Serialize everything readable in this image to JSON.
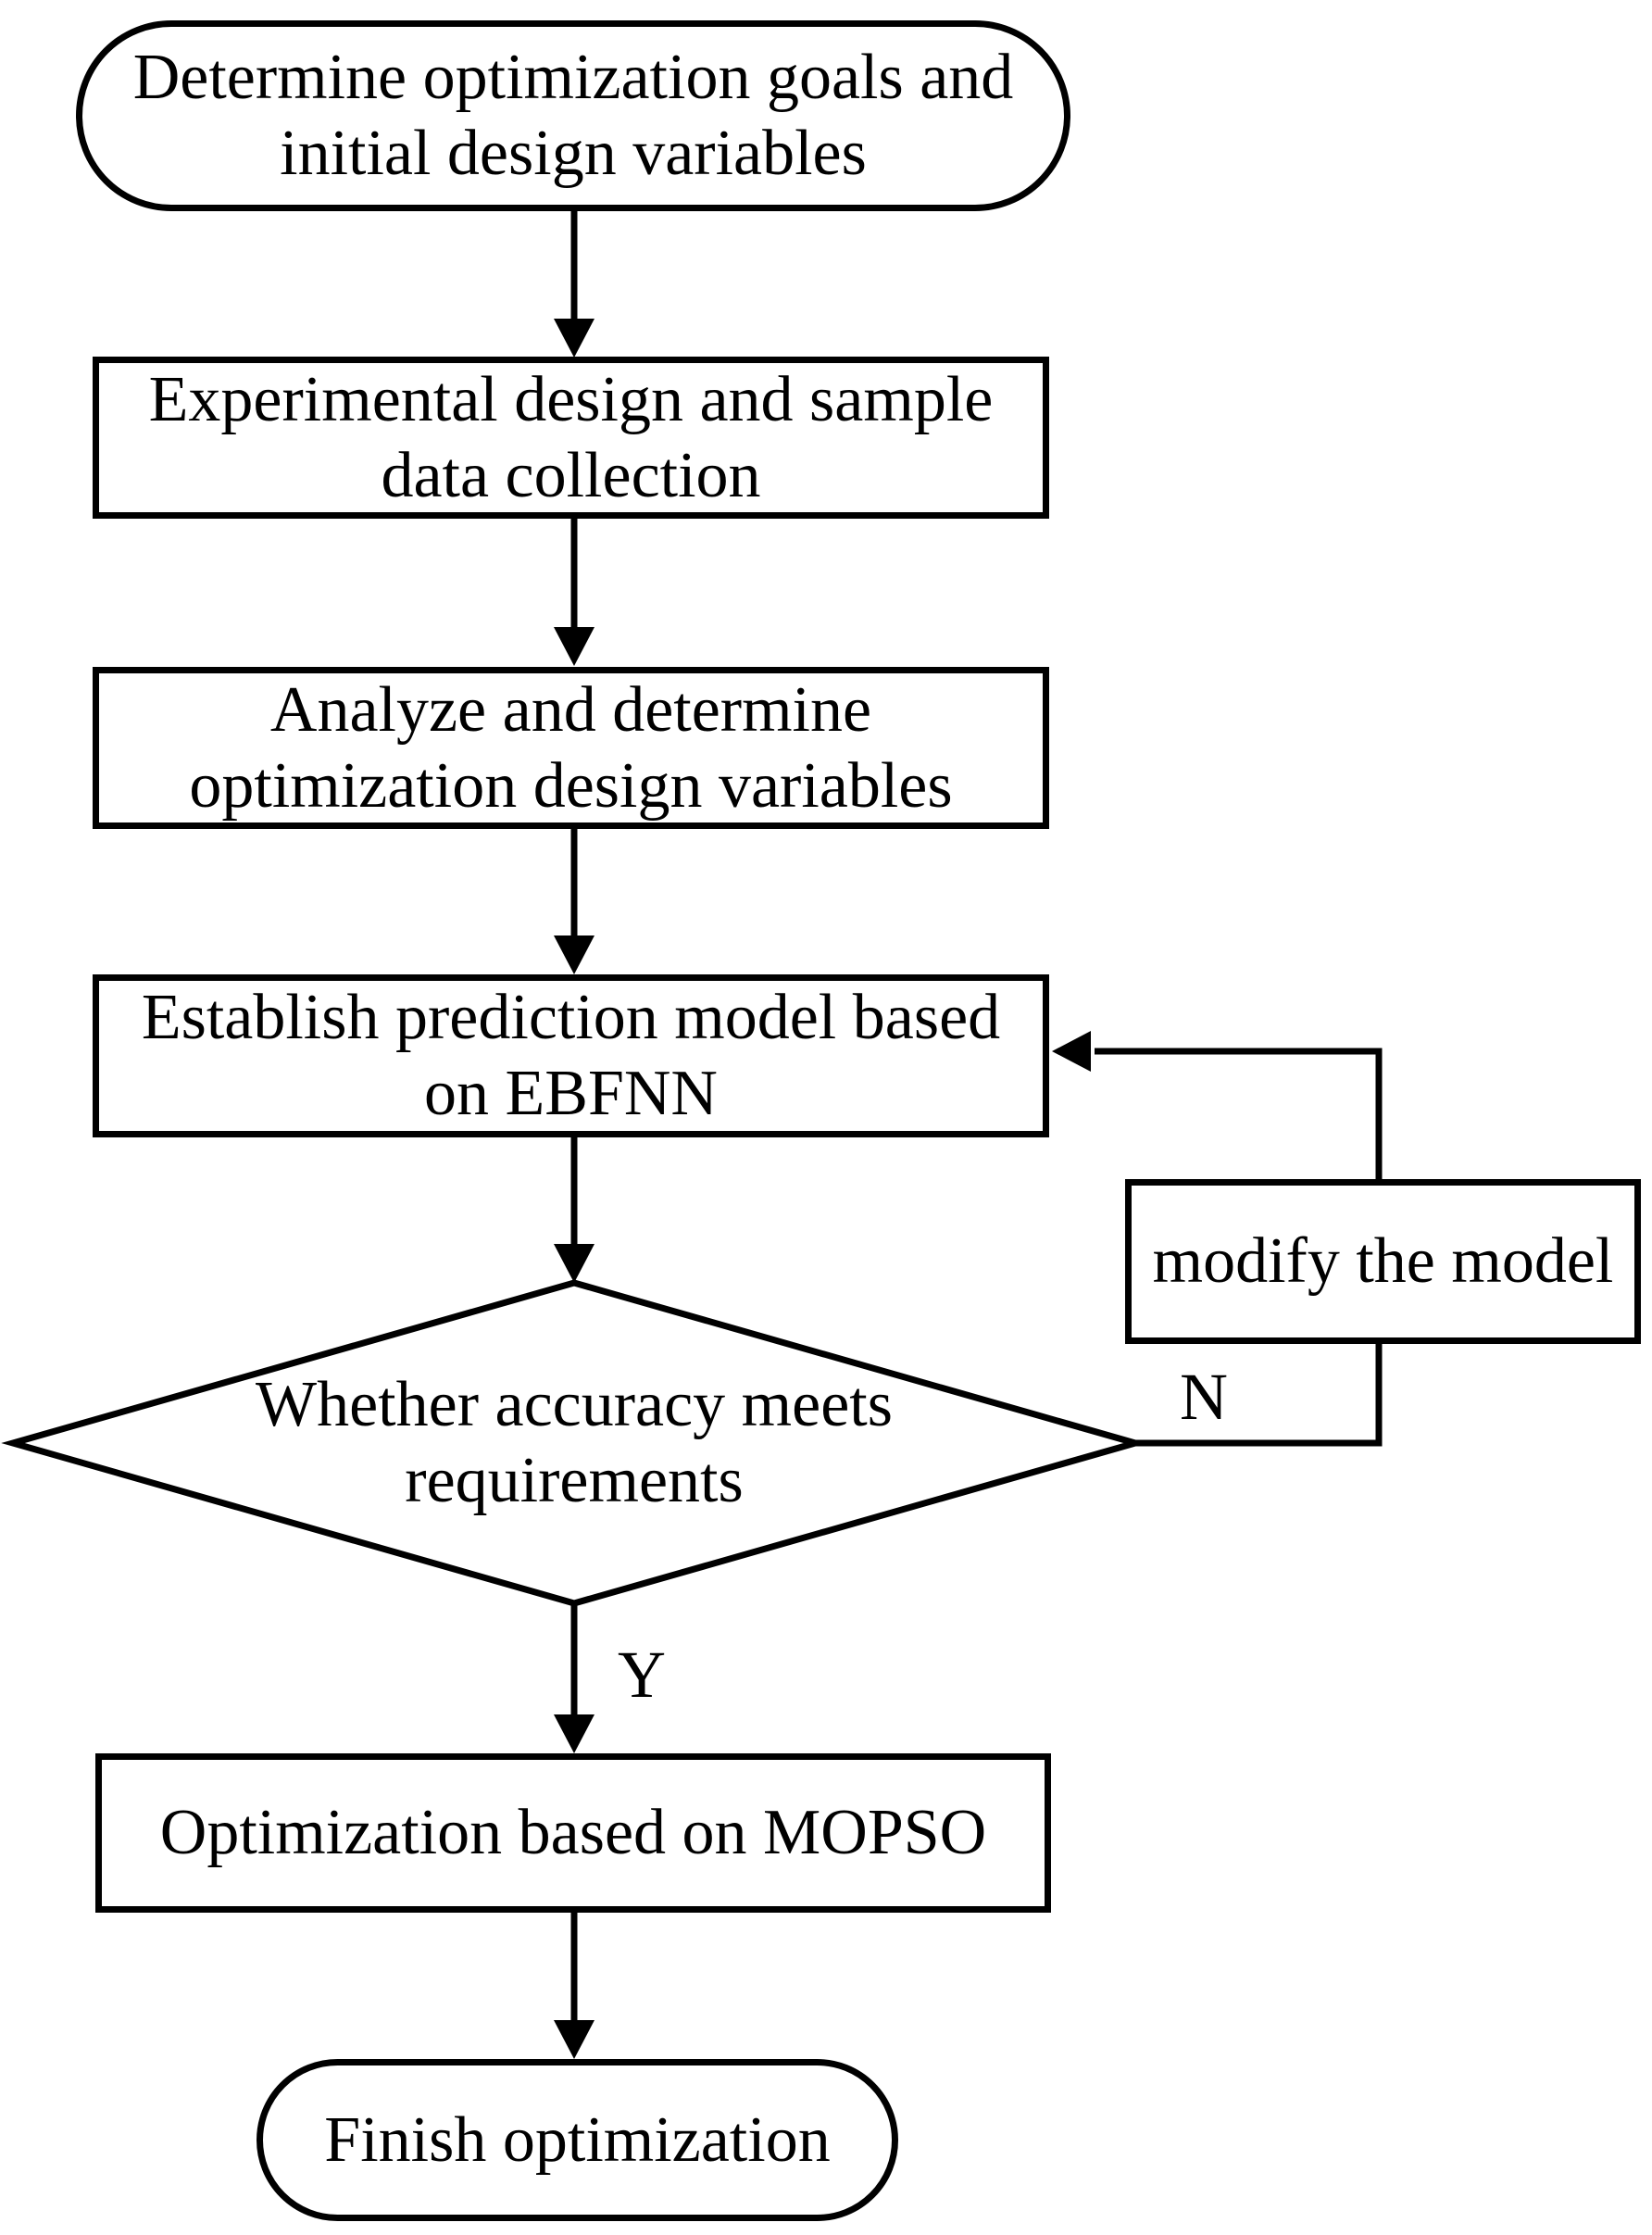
{
  "flowchart": {
    "background_color": "#ffffff",
    "stroke_color": "#000000",
    "text_color": "#000000",
    "nodes": {
      "start": {
        "shape": "terminator",
        "lines": [
          "Determine optimization goals and",
          "initial design variables"
        ]
      },
      "experimental": {
        "shape": "process",
        "lines": [
          "Experimental design and sample",
          "data collection"
        ]
      },
      "analyze": {
        "shape": "process",
        "lines": [
          "Analyze and determine",
          "optimization design variables"
        ]
      },
      "establish": {
        "shape": "process",
        "lines": [
          "Establish prediction model based",
          "on EBFNN"
        ]
      },
      "decision": {
        "shape": "decision",
        "lines": [
          "Whether accuracy meets",
          "requirements"
        ]
      },
      "modify": {
        "shape": "process",
        "lines": [
          "modify the model"
        ]
      },
      "mopso": {
        "shape": "process",
        "lines": [
          "Optimization based on MOPSO"
        ]
      },
      "finish": {
        "shape": "terminator",
        "lines": [
          "Finish optimization"
        ]
      }
    },
    "edge_labels": {
      "yes": "Y",
      "no": "N"
    }
  }
}
